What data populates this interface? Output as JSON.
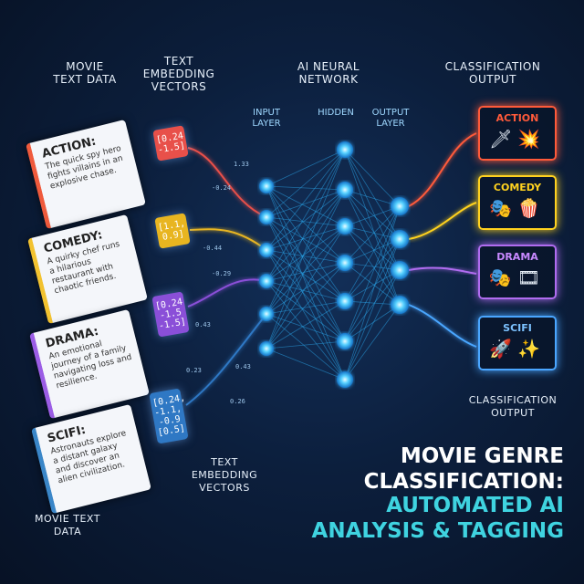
{
  "headers": {
    "movie_text_data": "MOVIE\nTEXT DATA",
    "text_embedding_vectors": "TEXT\nEMBEDDING\nVECTORS",
    "ai_neural_network": "AI NEURAL\nNETWORK",
    "classification_output": "CLASSIFICATION\nOUTPUT"
  },
  "layers": {
    "input": "INPUT\nLAYER",
    "hidden": "HIDDEN",
    "output": "OUTPUT\nLAYER"
  },
  "cards": [
    {
      "title": "ACTION:",
      "text": "The quick spy hero fights villains in an explosive chase.",
      "color": "#ef5a3c"
    },
    {
      "title": "COMEDY:",
      "text": "A quirky chef runs a hilarious restaurant with chaotic friends.",
      "color": "#f2c230"
    },
    {
      "title": "DRAMA:",
      "text": "An emotional journey of a family navigating loss and resilience.",
      "color": "#9b5de5"
    },
    {
      "title": "SCIFI:",
      "text": "Astronauts explore a distant galaxy and discover an alien civilization.",
      "color": "#3a86c8"
    }
  ],
  "vectors": [
    {
      "text": "[0.24\n-1.5]",
      "color": "#e8504a"
    },
    {
      "text": "[1.1,\n0.9]",
      "color": "#e8b520"
    },
    {
      "text": "[0.24\n-1.5\n-1.5]",
      "color": "#8a4fd8"
    },
    {
      "text": "[0.24,\n-1.1,\n-0.9\n[0.5]",
      "color": "#2f78c4"
    }
  ],
  "numbers": [
    "1.33",
    "-0.24",
    "-0.44",
    "-0.29",
    "0.43",
    "0.23",
    "0.43",
    "0.26"
  ],
  "outputs": [
    {
      "label": "ACTION",
      "icons": "🗡💥",
      "color": "#ff5a3a"
    },
    {
      "label": "COMEDY",
      "icons": "🎭🍿",
      "color": "#ffd21f"
    },
    {
      "label": "DRAMA",
      "icons": "🎭🎞",
      "color": "#b06cf0"
    },
    {
      "label": "SCIFI",
      "icons": "🚀✨",
      "color": "#4aa6ff"
    }
  ],
  "footer_labels": {
    "movie_text_data": "MOVIE TEXT\nDATA",
    "text_embedding_vectors": "TEXT\nEMBEDDING\nVECTORS",
    "classification_output": "CLASSIFICATION\nOUTPUT"
  },
  "title": {
    "line1": "MOVIE GENRE",
    "line2": "CLASSIFICATION:",
    "line3": "AUTOMATED AI",
    "line4": "ANALYSIS & TAGGING"
  },
  "colors": {
    "accent": "#3fd3e0",
    "node": "#3db8ff",
    "edge": "#2aa4e8"
  }
}
